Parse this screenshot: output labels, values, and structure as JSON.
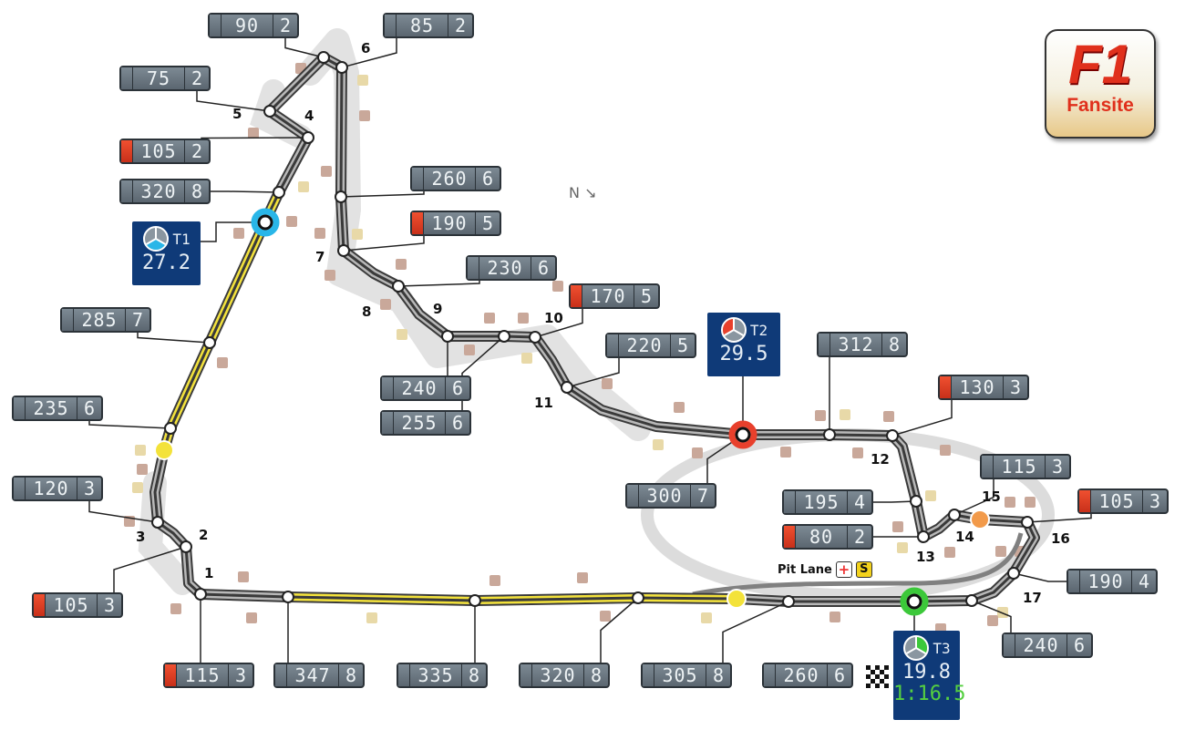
{
  "logo": {
    "line1": "F1",
    "line2": "Fansite"
  },
  "compass": {
    "label": "N"
  },
  "pit_lane": {
    "label": "Pit Lane",
    "plus_icon": "+",
    "s_icon": "S"
  },
  "speed_boxes": [
    {
      "speed": "90",
      "gear": "2",
      "braking": false
    },
    {
      "speed": "85",
      "gear": "2",
      "braking": false
    },
    {
      "speed": "75",
      "gear": "2",
      "braking": false
    },
    {
      "speed": "105",
      "gear": "2",
      "braking": true
    },
    {
      "speed": "320",
      "gear": "8",
      "braking": false
    },
    {
      "speed": "260",
      "gear": "6",
      "braking": false
    },
    {
      "speed": "190",
      "gear": "5",
      "braking": true
    },
    {
      "speed": "230",
      "gear": "6",
      "braking": false
    },
    {
      "speed": "170",
      "gear": "5",
      "braking": true
    },
    {
      "speed": "285",
      "gear": "7",
      "braking": false
    },
    {
      "speed": "220",
      "gear": "5",
      "braking": false
    },
    {
      "speed": "240",
      "gear": "6",
      "braking": false
    },
    {
      "speed": "255",
      "gear": "6",
      "braking": false
    },
    {
      "speed": "312",
      "gear": "8",
      "braking": false
    },
    {
      "speed": "130",
      "gear": "3",
      "braking": true
    },
    {
      "speed": "235",
      "gear": "6",
      "braking": false
    },
    {
      "speed": "300",
      "gear": "7",
      "braking": false
    },
    {
      "speed": "115",
      "gear": "3",
      "braking": false
    },
    {
      "speed": "195",
      "gear": "4",
      "braking": false
    },
    {
      "speed": "105",
      "gear": "3",
      "braking": true
    },
    {
      "speed": "80",
      "gear": "2",
      "braking": true
    },
    {
      "speed": "120",
      "gear": "3",
      "braking": false
    },
    {
      "speed": "105",
      "gear": "3",
      "braking": true
    },
    {
      "speed": "190",
      "gear": "4",
      "braking": false
    },
    {
      "speed": "240",
      "gear": "6",
      "braking": false
    },
    {
      "speed": "115",
      "gear": "3",
      "braking": true
    },
    {
      "speed": "347",
      "gear": "8",
      "braking": false
    },
    {
      "speed": "335",
      "gear": "8",
      "braking": false
    },
    {
      "speed": "320",
      "gear": "8",
      "braking": false
    },
    {
      "speed": "305",
      "gear": "8",
      "braking": false
    },
    {
      "speed": "260",
      "gear": "6",
      "braking": false
    }
  ],
  "turns": [
    "1",
    "2",
    "3",
    "4",
    "5",
    "6",
    "7",
    "8",
    "9",
    "10",
    "11",
    "12",
    "13",
    "14",
    "15",
    "16",
    "17"
  ],
  "sectors": [
    {
      "label": "T1",
      "time": "27.2",
      "color": "#29b6e8"
    },
    {
      "label": "T2",
      "time": "29.5",
      "color": "#e8402c"
    },
    {
      "label": "T3",
      "time": "19.8",
      "lap_time": "1:16.5",
      "color": "#3cc83a"
    }
  ],
  "colors": {
    "track": "#555555",
    "drs_zone": "#f3e23a",
    "runoff": "#d8d8d8",
    "box_brake": "#e0401e"
  }
}
